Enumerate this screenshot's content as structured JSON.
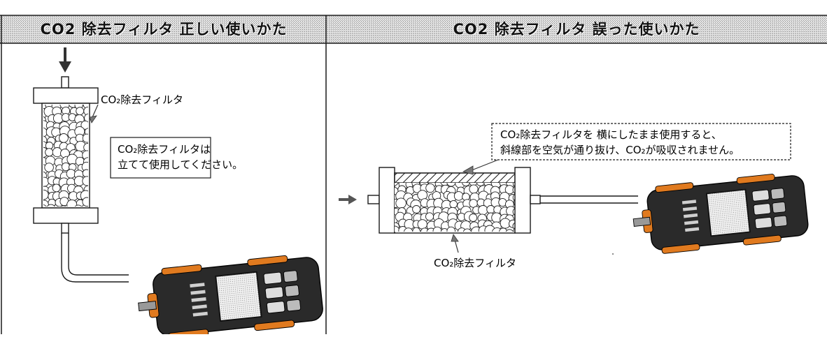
{
  "headers": {
    "left": "CO2 除去フィルタ  正しい使いかた",
    "right": "CO2 除去フィルタ  誤った使いかた"
  },
  "left_panel": {
    "filter_label": "CO₂除去フィルタ",
    "note_lines": [
      "CO₂除去フィルタは",
      "立てて使用してください。"
    ]
  },
  "right_panel": {
    "warning_lines": [
      "CO₂除去フィルタを 横にしたまま使用すると、",
      "斜線部を空気が通り抜け、CO₂が吸収されません。"
    ],
    "filter_label": "CO₂除去フィルタ"
  },
  "colors": {
    "ink": "#1a1a1a",
    "header_fill": "#cfcfcf",
    "device_body": "#2a2a2a",
    "device_accent": "#e07a1f",
    "screen": "#e8e8e8"
  }
}
